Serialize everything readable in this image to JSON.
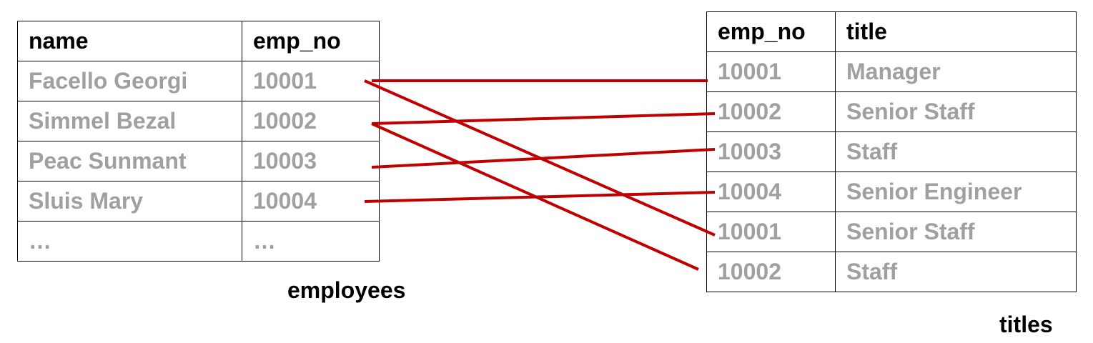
{
  "employees": {
    "caption": "employees",
    "headers": [
      "name",
      "emp_no"
    ],
    "rows": [
      [
        "Facello Georgi",
        "10001"
      ],
      [
        "Simmel Bezal",
        "10002"
      ],
      [
        "Peac Sunmant",
        "10003"
      ],
      [
        "Sluis Mary",
        "10004"
      ],
      [
        "…",
        "…"
      ]
    ]
  },
  "titles": {
    "caption": "titles",
    "headers": [
      "emp_no",
      "title"
    ],
    "rows": [
      [
        "10001",
        "Manager"
      ],
      [
        "10002",
        "Senior Staff"
      ],
      [
        "10003",
        "Staff"
      ],
      [
        "10004",
        "Senior Engineer"
      ],
      [
        "10001",
        "Senior Staff"
      ],
      [
        "10002",
        "Staff"
      ]
    ]
  },
  "links": [
    {
      "from_employee_row": 0,
      "to_title_row": 0
    },
    {
      "from_employee_row": 0,
      "to_title_row": 4
    },
    {
      "from_employee_row": 1,
      "to_title_row": 1
    },
    {
      "from_employee_row": 1,
      "to_title_row": 5
    },
    {
      "from_employee_row": 2,
      "to_title_row": 2
    },
    {
      "from_employee_row": 3,
      "to_title_row": 3
    }
  ],
  "colors": {
    "link": "#c00000",
    "header_text": "#000000",
    "cell_text": "#a0a0a0",
    "border": "#000000"
  }
}
